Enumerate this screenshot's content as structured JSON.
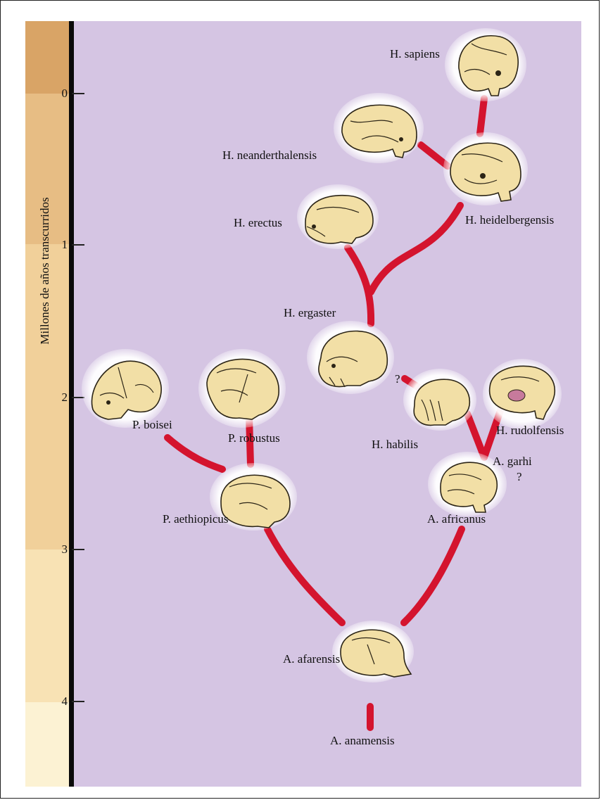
{
  "axis": {
    "title": "Millones de años transcurridos",
    "ticks": [
      "0",
      "1",
      "2",
      "3",
      "4"
    ]
  },
  "species": {
    "h_sapiens": "H. sapiens",
    "h_neanderthalensis": "H. neanderthalensis",
    "h_heidelbergensis": "H. heidelbergensis",
    "h_erectus": "H. erectus",
    "h_ergaster": "H. ergaster",
    "h_habilis": "H. habilis",
    "h_rudolfensis": "H. rudolfensis",
    "a_garhi": "A. garhi",
    "a_africanus": "A. africanus",
    "p_boisei": "P. boisei",
    "p_robustus": "P. robustus",
    "p_aethiopicus": "P. aethiopicus",
    "a_afarensis": "A. afarensis",
    "a_anamensis": "A. anamensis"
  },
  "uncertain_marks": {
    "habilis_link": "?",
    "garhi_link": "?"
  },
  "colors": {
    "background": "#d5c5e3",
    "branch": "#d4142e",
    "skull": "#f2dfa6",
    "scale_bands": [
      "#d9a466",
      "#e7bd84",
      "#f1d09a",
      "#f8e2b4",
      "#fcf2d3"
    ]
  }
}
